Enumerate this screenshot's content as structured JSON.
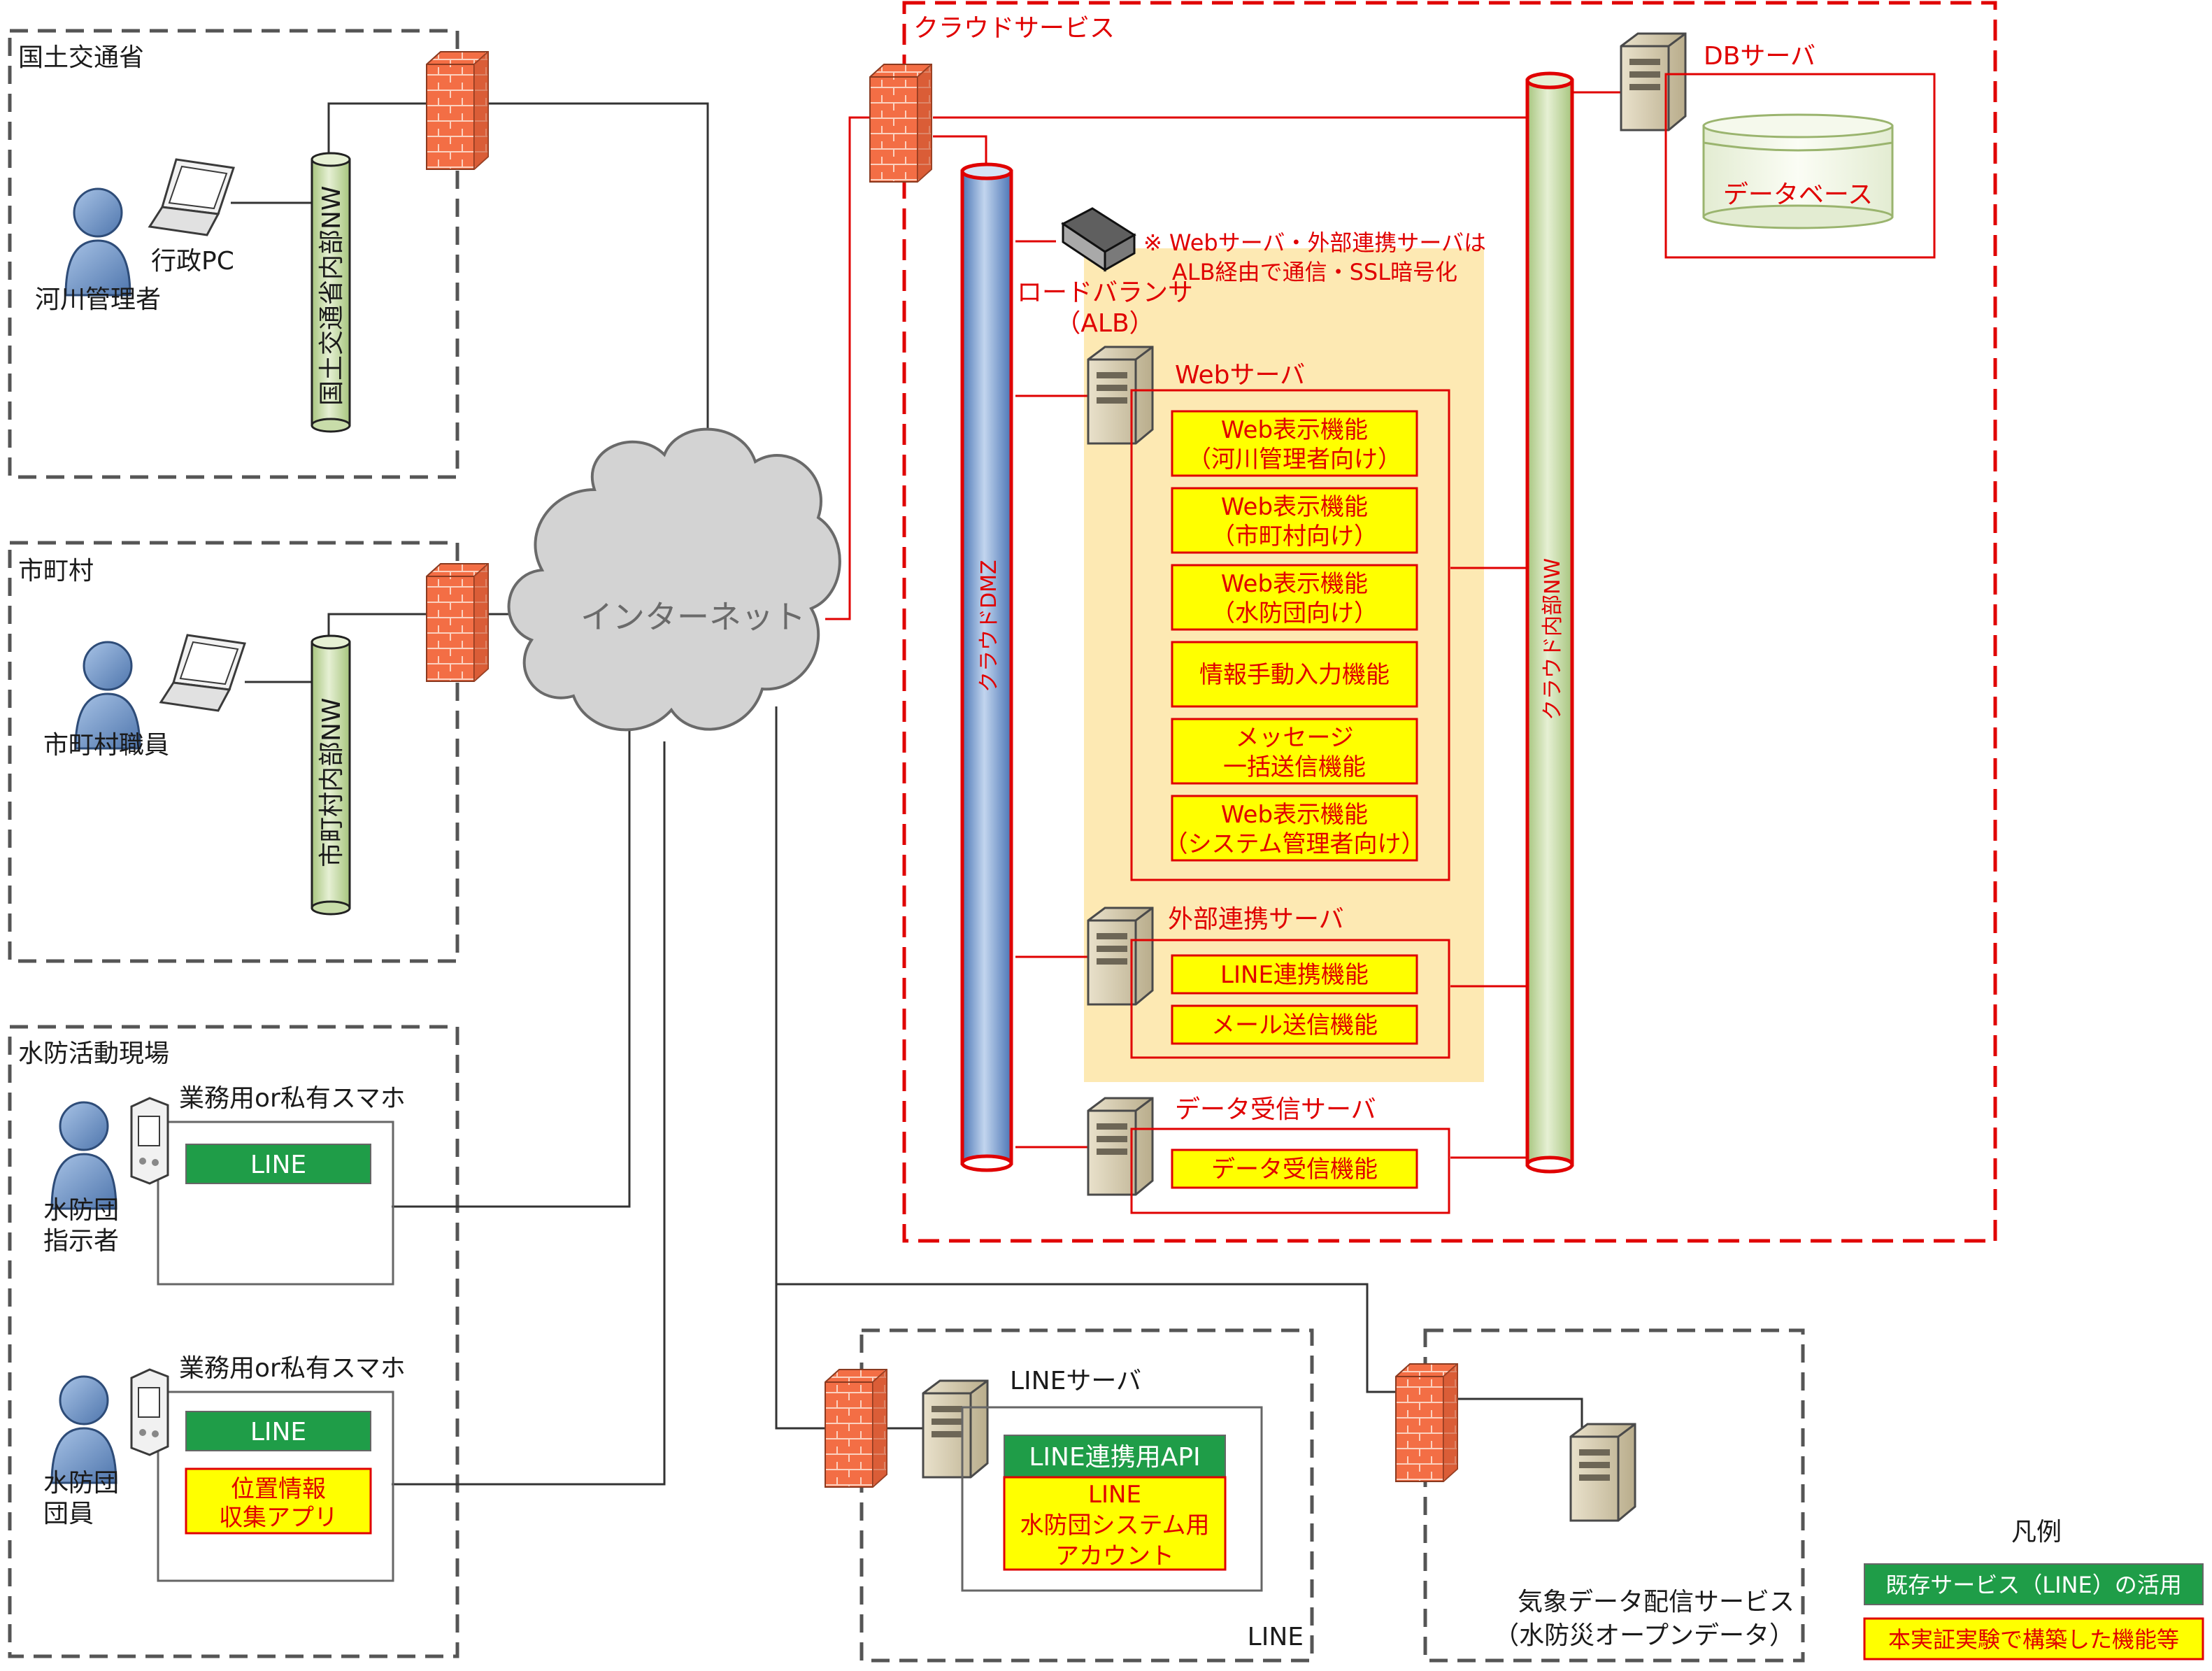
{
  "regions": {
    "mlit": {
      "title": "国土交通省",
      "user": "河川管理者",
      "pc": "行政PC",
      "nw": "国土交通省内部NW"
    },
    "city": {
      "title": "市町村",
      "user": "市町村職員",
      "nw": "市町村内部NW"
    },
    "field": {
      "title": "水防活動現場",
      "phone1": {
        "caption": "業務用or私有スマホ",
        "user_line1": "水防団",
        "user_line2": "指示者",
        "app": "LINE"
      },
      "phone2": {
        "caption": "業務用or私有スマホ",
        "user_line1": "水防団",
        "user_line2": "団員",
        "app": "LINE",
        "func_line1": "位置情報",
        "func_line2": "収集アプリ"
      }
    },
    "cloud": {
      "title": "クラウドサービス"
    },
    "line": {
      "title": "LINE",
      "server": "LINEサーバ",
      "api": "LINE連携用API",
      "account_line1": "LINE",
      "account_line2": "水防団システム用",
      "account_line3": "アカウント"
    },
    "weather": {
      "title_line1": "気象データ配信サービス",
      "title_line2": "（水防災オープンデータ）"
    }
  },
  "internet": "インターネット",
  "cloud_nodes": {
    "dmz": "クラウドDMZ",
    "internal_nw": "クラウド内部NW",
    "db_server": "DBサーバ",
    "database": "データベース",
    "alb_line1": "ロードバランサ",
    "alb_line2": "（ALB）",
    "note_line1": "※ Webサーバ・外部連携サーバは",
    "note_line2": "ALB経由で通信・SSL暗号化",
    "web_server": "Webサーバ",
    "web_functions": [
      {
        "line1": "Web表示機能",
        "line2": "（河川管理者向け）"
      },
      {
        "line1": "Web表示機能",
        "line2": "（市町村向け）"
      },
      {
        "line1": "Web表示機能",
        "line2": "（水防団向け）"
      },
      {
        "line1": "情報手動入力機能",
        "line2": ""
      },
      {
        "line1": "メッセージ",
        "line2": "一括送信機能"
      },
      {
        "line1": "Web表示機能",
        "line2": "（システム管理者向け）"
      }
    ],
    "ext_server": "外部連携サーバ",
    "ext_functions": [
      "LINE連携機能",
      "メール送信機能"
    ],
    "recv_server": "データ受信サーバ",
    "recv_functions": [
      "データ受信機能"
    ]
  },
  "legend": {
    "title": "凡例",
    "existing": "既存サービス（LINE）の活用",
    "built": "本実証実験で構築した機能等"
  },
  "colors": {
    "red": "#e00000",
    "yellow_fn": "#ffff00",
    "orange_zone": "#fde9b3",
    "line_green": "#1f9d48",
    "pipe_blue": "#6f93c9",
    "pipe_green": "#cfe2b0",
    "firewall": "#f07a52",
    "cloud_gray": "#d3d3d3"
  }
}
